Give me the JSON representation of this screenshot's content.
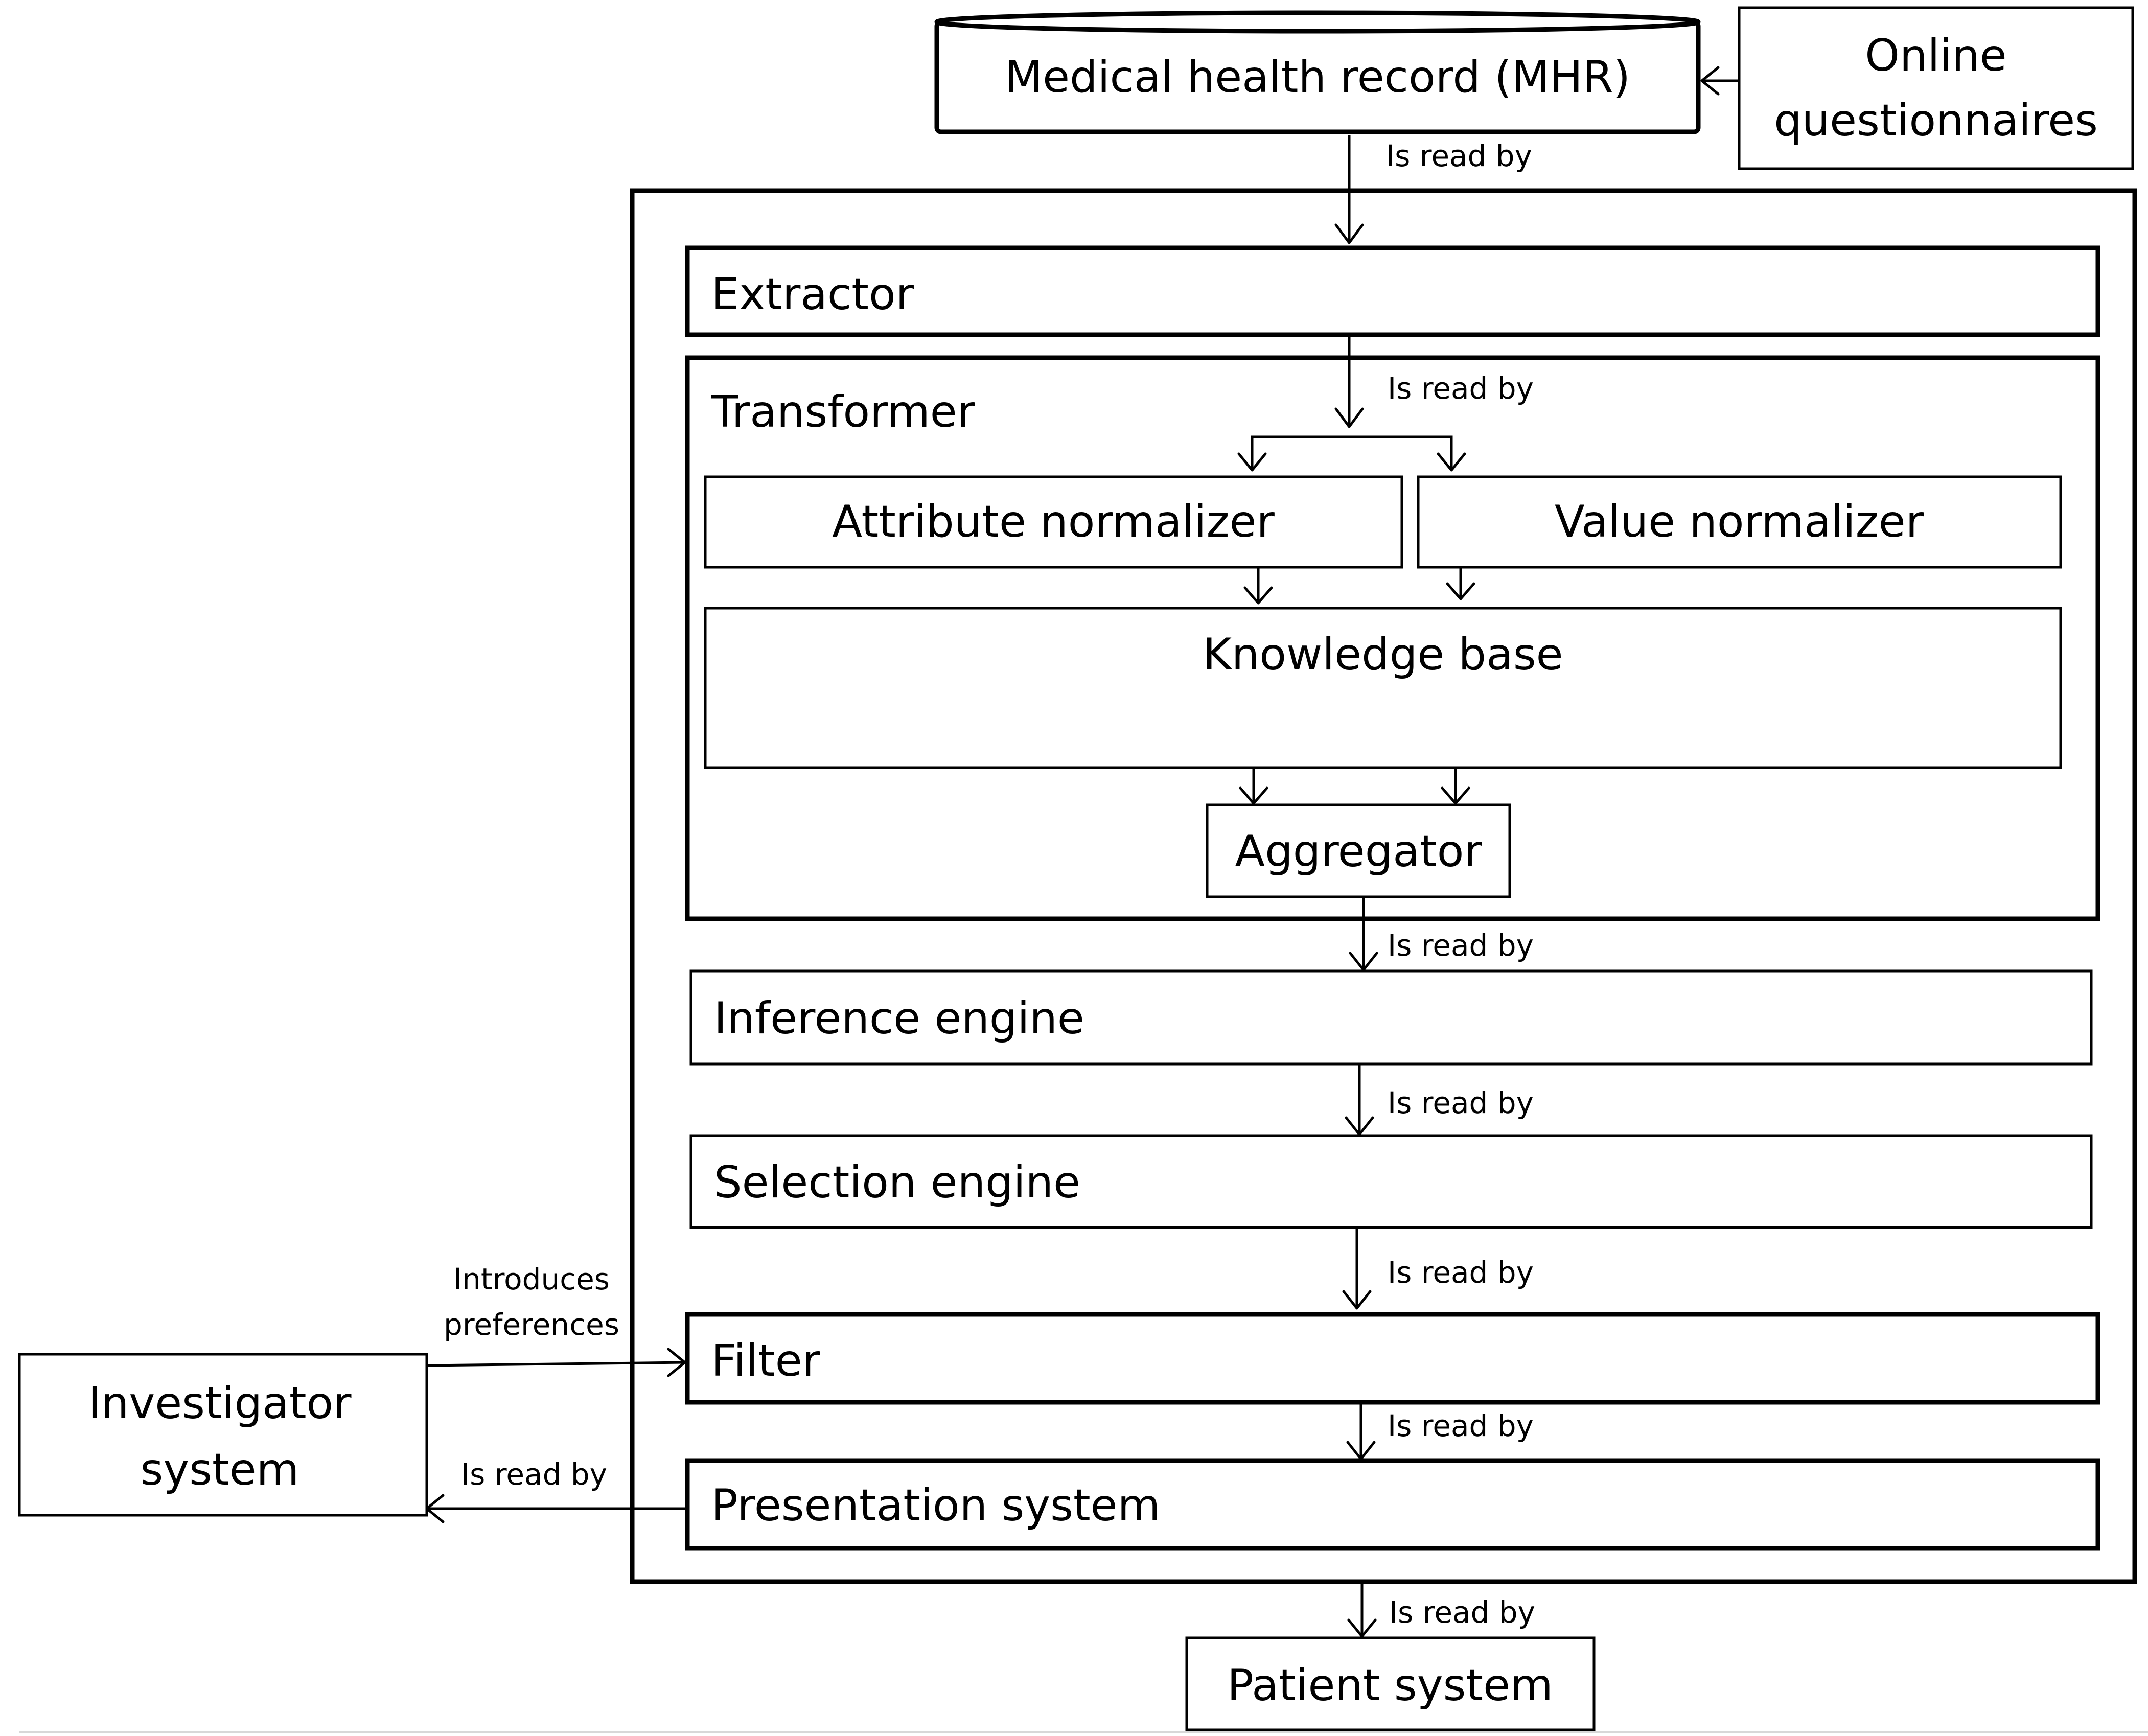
{
  "nodes": {
    "mhr": "Medical health record (MHR)",
    "online_line1": "Online",
    "online_line2": "questionnaires",
    "extractor": "Extractor",
    "transformer": "Transformer",
    "attribute_normalizer": "Attribute normalizer",
    "value_normalizer": "Value normalizer",
    "knowledge_base": "Knowledge base",
    "aggregator": "Aggregator",
    "inference_engine": "Inference engine",
    "selection_engine": "Selection engine",
    "filter": "Filter",
    "presentation_system": "Presentation system",
    "investigator_line1": "Investigator",
    "investigator_line2": "system",
    "patient_system": "Patient system"
  },
  "edge_labels": {
    "mhr_to_extractor": "Is read by",
    "extractor_to_transformer": "Is read by",
    "aggregator_to_inference": "Is read by",
    "inference_to_selection": "Is read by",
    "selection_to_filter": "Is read by",
    "filter_to_presentation": "Is read by",
    "presentation_to_investigator": "Is read by",
    "system_to_patient": "Is read by",
    "investigator_to_filter_line1": "Introduces",
    "investigator_to_filter_line2": "preferences"
  }
}
